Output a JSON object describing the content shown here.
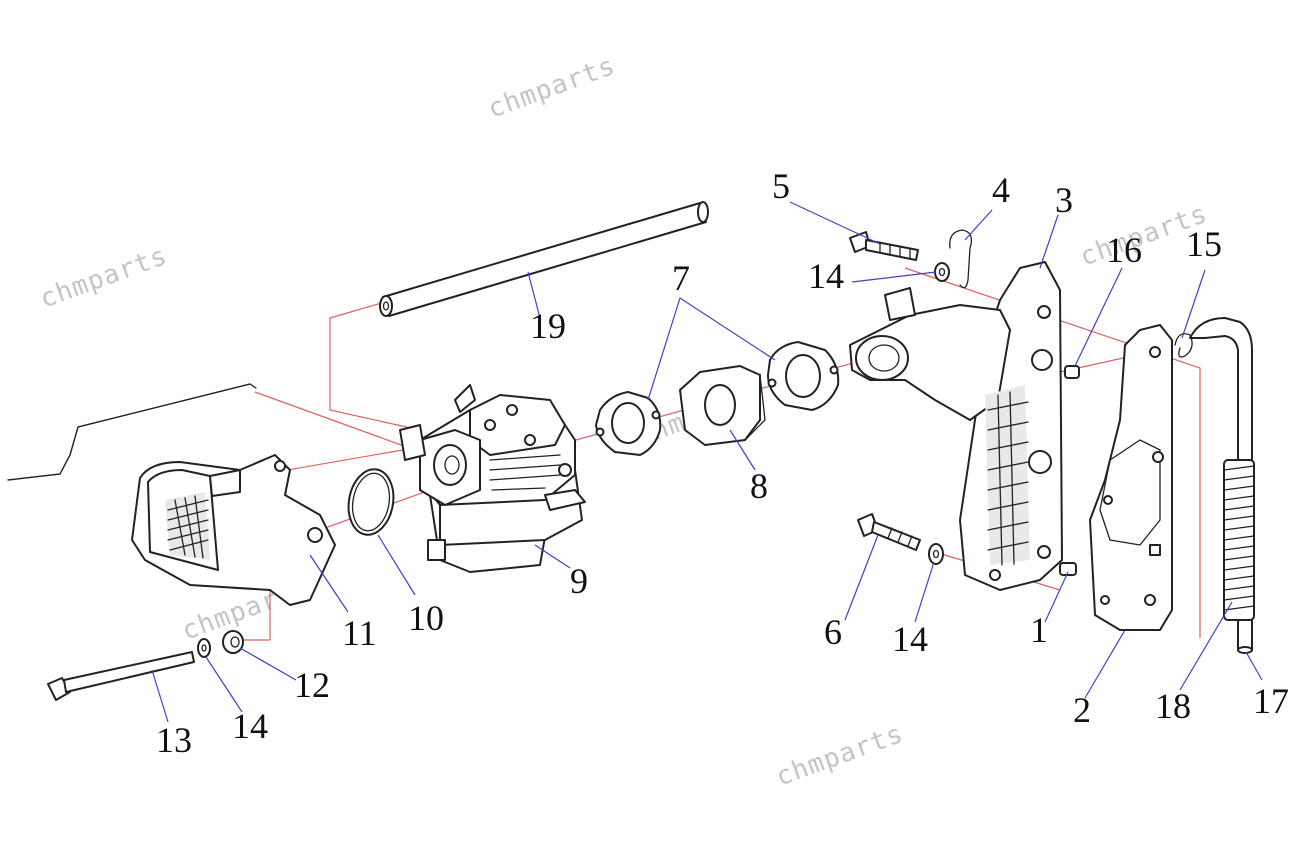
{
  "watermark_text": "chmparts",
  "callouts": {
    "p1": "1",
    "p2": "2",
    "p3": "3",
    "p4": "4",
    "p5": "5",
    "p6": "6",
    "p7": "7",
    "p8": "8",
    "p9": "9",
    "p10": "10",
    "p11": "11",
    "p12": "12",
    "p13": "13",
    "p14": "14",
    "p15": "15",
    "p16": "16",
    "p17": "17",
    "p18": "18",
    "p19": "19"
  },
  "colors": {
    "leader": "#4040c8",
    "axis": "#e06060",
    "ink": "#222222",
    "watermark": "#c4c4c4"
  }
}
